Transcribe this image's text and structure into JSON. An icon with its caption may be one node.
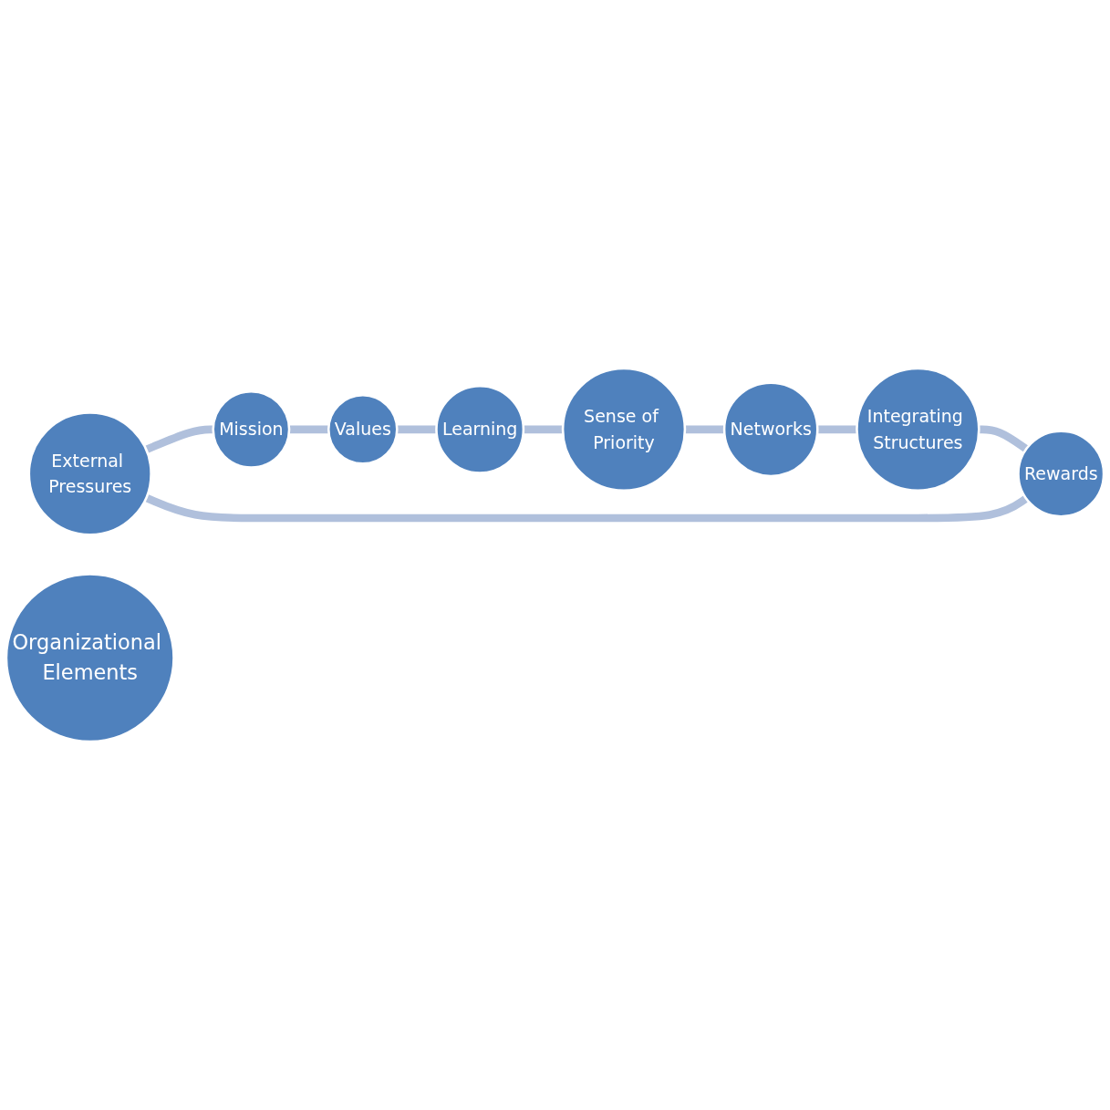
{
  "diagram": {
    "nodes": [
      {
        "text": [
          "External Pressures"
        ]
      },
      {
        "text": [
          "Rewards"
        ]
      },
      {
        "text": [
          "Mission"
        ]
      },
      {
        "text": [
          "Integrating Structures"
        ]
      },
      {
        "text": [
          "Organizational Elements"
        ]
      },
      {
        "text": [
          "Values"
        ]
      },
      {
        "text": [
          "Networks"
        ]
      },
      {
        "text": [
          "Learning"
        ]
      },
      {
        "text": [
          "Sense of Priority"
        ]
      }
    ],
    "edges": [
      {
        "from": 0,
        "to": 2,
        "arrow": "none"
      },
      {
        "from": 2,
        "to": 5,
        "arrow": "none"
      },
      {
        "from": 5,
        "to": 7,
        "arrow": "none"
      },
      {
        "from": 7,
        "to": 8,
        "arrow": "none"
      },
      {
        "from": 8,
        "to": 6,
        "arrow": "none"
      },
      {
        "from": 6,
        "to": 3,
        "arrow": "none"
      },
      {
        "from": 3,
        "to": 1,
        "arrow": "none"
      },
      {
        "from": 1,
        "to": 0,
        "arrow": "none"
      }
    ]
  }
}
